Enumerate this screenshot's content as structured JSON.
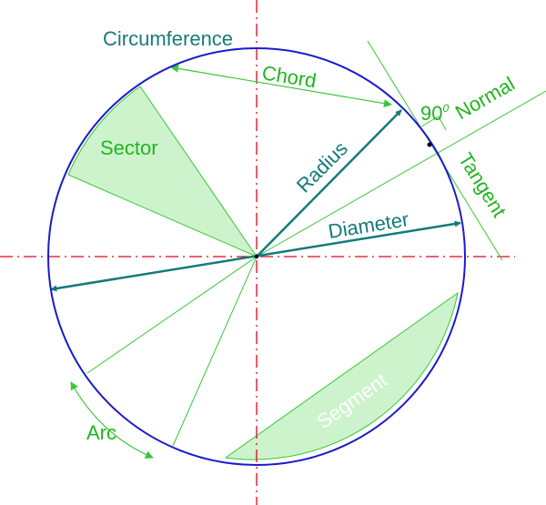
{
  "labels": {
    "circumference": "Circumference",
    "chord": "Chord",
    "angle_value": "90",
    "angle_unit": "0",
    "normal": "Normal",
    "sector": "Sector",
    "radius": "Radius",
    "tangent": "Tangent",
    "diameter": "Diameter",
    "segment": "Segment",
    "arc": "Arc"
  },
  "colors": {
    "circle": "#1a1acc",
    "axis": "#e8001c",
    "label_green": "#22b41e",
    "label_teal": "#1a7a7a",
    "line_green": "#38c838",
    "fill_green": "#cdf3cd",
    "arrow_teal": "#137a7a",
    "point": "#000000"
  }
}
